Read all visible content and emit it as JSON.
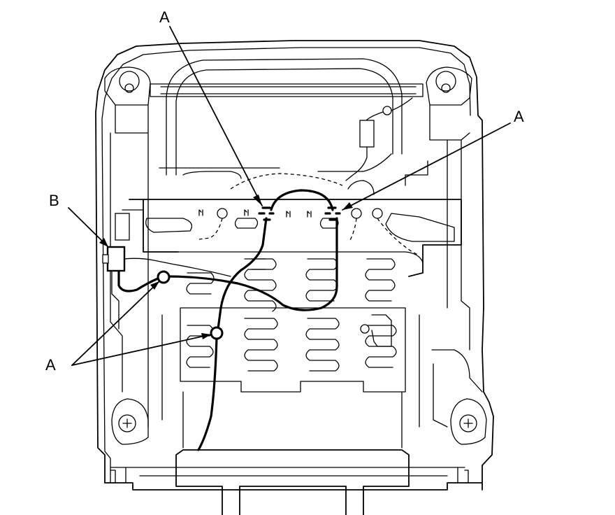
{
  "figure": {
    "colors": {
      "line": "#000000",
      "background": "#ffffff"
    },
    "callouts": {
      "top_center": "A",
      "top_right": "A",
      "left_b": "B",
      "bottom_left": "A"
    }
  }
}
